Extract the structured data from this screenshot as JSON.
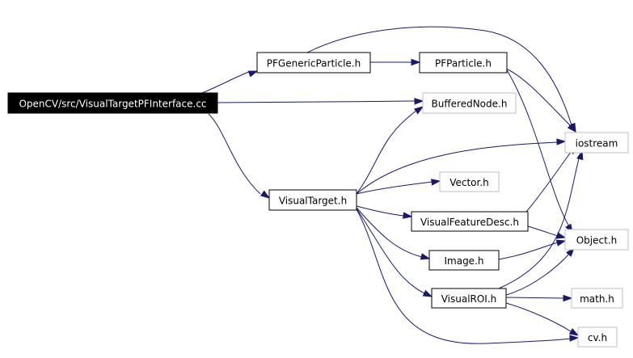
{
  "graph": {
    "nodes": {
      "root": {
        "label": "OpenCV/src/VisualTargetPFInterface.cc",
        "style": "root"
      },
      "pfgeneric": {
        "label": "PFGenericParticle.h",
        "style": "normal"
      },
      "pfparticle": {
        "label": "PFParticle.h",
        "style": "normal"
      },
      "buffered": {
        "label": "BufferedNode.h",
        "style": "external"
      },
      "iostream": {
        "label": "iostream",
        "style": "external"
      },
      "visualtarget": {
        "label": "VisualTarget.h",
        "style": "normal"
      },
      "vector": {
        "label": "Vector.h",
        "style": "external"
      },
      "featuredesc": {
        "label": "VisualFeatureDesc.h",
        "style": "normal"
      },
      "object": {
        "label": "Object.h",
        "style": "external"
      },
      "image": {
        "label": "Image.h",
        "style": "normal"
      },
      "visualroi": {
        "label": "VisualROI.h",
        "style": "normal"
      },
      "math": {
        "label": "math.h",
        "style": "external"
      },
      "cv": {
        "label": "cv.h",
        "style": "external"
      }
    },
    "colors": {
      "edge": "#191970",
      "root_fill": "#000000",
      "root_text": "#ffffff",
      "normal_border": "#000000",
      "external_border": "#bfbfbf",
      "text": "#000000"
    }
  }
}
